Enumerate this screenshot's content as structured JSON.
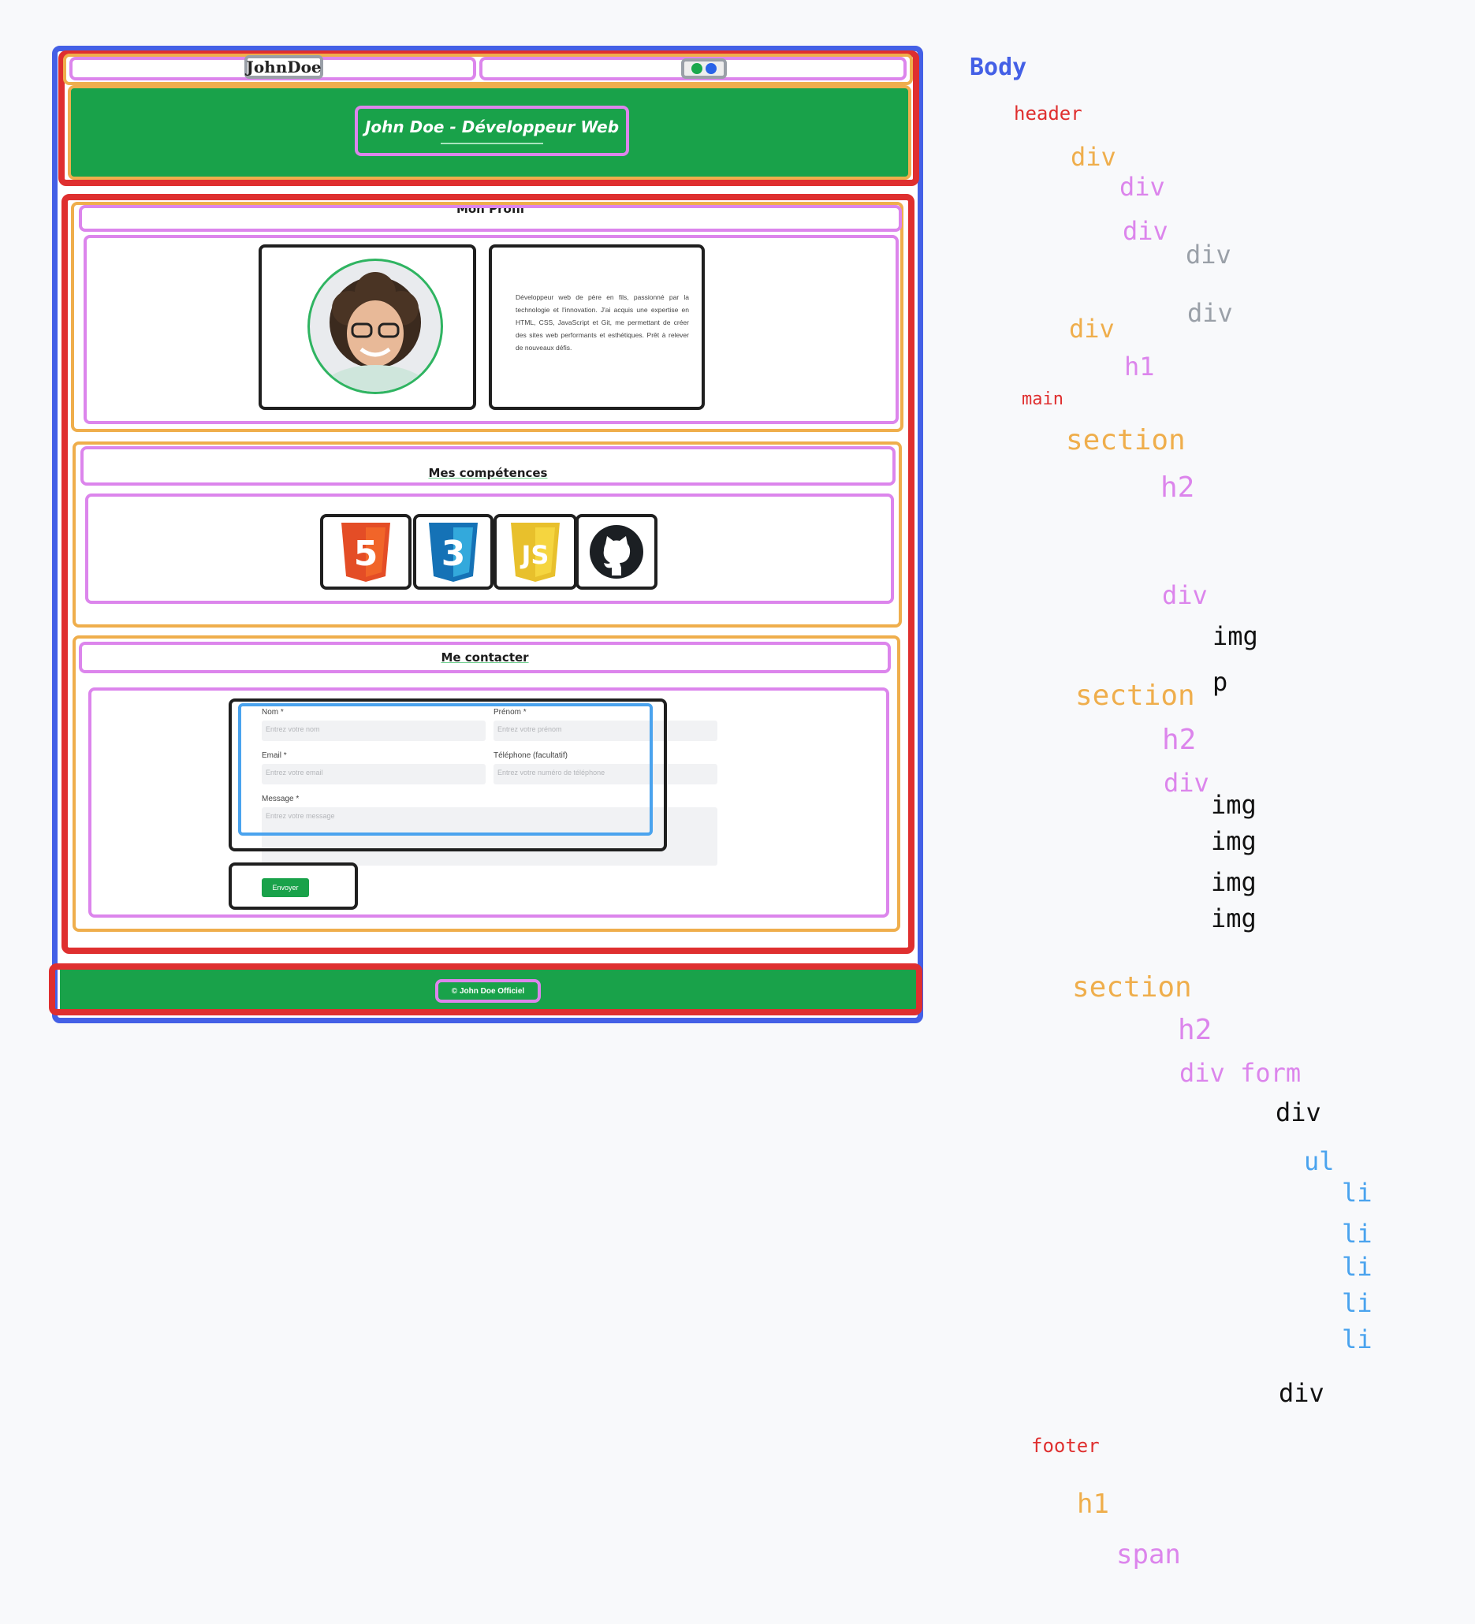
{
  "header": {
    "logo_text": "JohnDoe",
    "title": "John Doe - Développeur Web"
  },
  "profile": {
    "heading": "Mon Profil",
    "bio": "Développeur web de père en fils, passionné par la technologie et l'innovation. J'ai acquis une expertise en HTML, CSS, JavaScript et Git, me permettant de créer des sites web performants et esthétiques. Prêt à relever de nouveaux défis."
  },
  "skills": {
    "heading": "Mes compétences",
    "icons": [
      "html5-icon",
      "css3-icon",
      "javascript-icon",
      "github-icon"
    ],
    "html_glyph": "5",
    "css_glyph": "3",
    "js_glyph": "JS"
  },
  "contact": {
    "heading": "Me contacter",
    "fields": [
      {
        "label": "Nom *",
        "placeholder": "Entrez votre nom"
      },
      {
        "label": "Prénom *",
        "placeholder": "Entrez votre prénom"
      },
      {
        "label": "Email *",
        "placeholder": "Entrez votre email"
      },
      {
        "label": "Téléphone (facultatif)",
        "placeholder": "Entrez votre numéro de téléphone"
      },
      {
        "label": "Message *",
        "placeholder": "Entrez votre message"
      }
    ],
    "submit_label": "Envoyer"
  },
  "footer": {
    "text": "© John Doe Officiel"
  },
  "tree_labels": {
    "body": "Body",
    "header": "header",
    "header_div": "div",
    "header_div_div1": "div",
    "header_div_div2": "div",
    "header_div_div2_div_a": "div",
    "header_div_div2_div_b": "div",
    "header_div2": "div",
    "header_h1": "h1",
    "main": "main",
    "section1": "section",
    "section1_h2": "h2",
    "section1_div": "div",
    "section1_img": "img",
    "section1_p": "p",
    "section2": "section",
    "section2_h2": "h2",
    "section2_div": "div",
    "section2_img1": "img",
    "section2_img2": "img",
    "section2_img3": "img",
    "section2_img4": "img",
    "section3": "section",
    "section3_h2": "h2",
    "section3_divform": "div form",
    "section3_div": "div",
    "section3_ul": "ul",
    "li1": "li",
    "li2": "li",
    "li3": "li",
    "li4": "li",
    "li5": "li",
    "section3_div2": "div",
    "footer": "footer",
    "footer_h1": "h1",
    "footer_span": "span"
  },
  "colors": {
    "blue": "#4460e6",
    "red": "#df2f2f",
    "orange": "#efae4c",
    "pink": "#dc85ec",
    "black": "#1f1f1f",
    "light_blue": "#4aa3ee",
    "gray": "#9aa0a8",
    "green": "#19a24a"
  }
}
